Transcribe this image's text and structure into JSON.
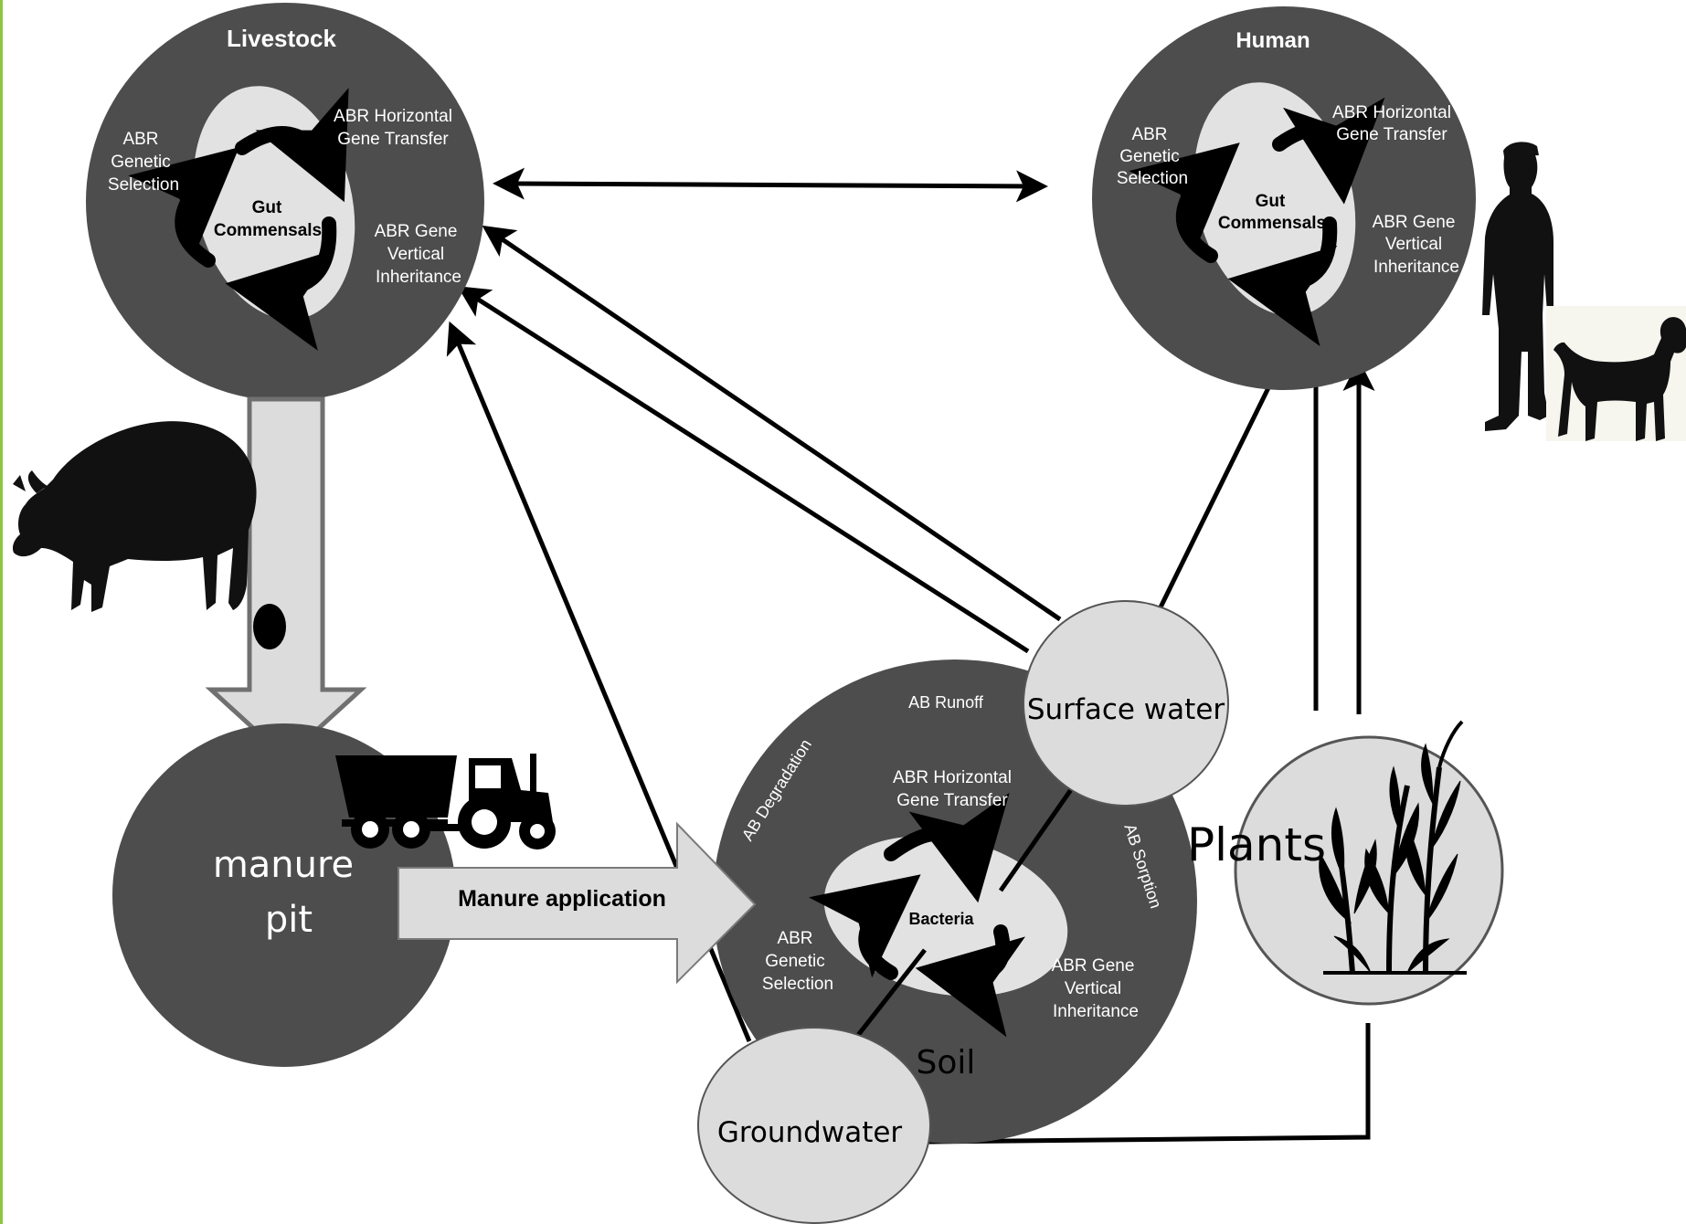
{
  "livestock": {
    "title": "Livestock",
    "center_line1": "Gut",
    "center_line2": "Commensals",
    "selection": [
      "ABR",
      "Genetic",
      "Selection"
    ],
    "horizontal": [
      "ABR Horizontal",
      "Gene Transfer"
    ],
    "vertical": [
      "ABR Gene",
      "Vertical",
      "Inheritance"
    ]
  },
  "human": {
    "title": "Human",
    "center_line1": "Gut",
    "center_line2": "Commensals",
    "selection": [
      "ABR",
      "Genetic",
      "Selection"
    ],
    "horizontal": [
      "ABR Horizontal",
      "Gene Transfer"
    ],
    "vertical": [
      "ABR Gene",
      "Vertical",
      "Inheritance"
    ]
  },
  "manure_pit": {
    "line1": "manure",
    "line2": "pit"
  },
  "manure_application": "Manure application",
  "soil": {
    "label": "Soil",
    "center": "Bacteria",
    "runoff": "AB Runoff",
    "degradation": "AB Degradation",
    "sorption": "AB Sorption",
    "horizontal": [
      "ABR Horizontal",
      "Gene Transfer"
    ],
    "selection": [
      "ABR",
      "Genetic",
      "Selection"
    ],
    "vertical": [
      "ABR Gene",
      "Vertical",
      "Inheritance"
    ]
  },
  "surface_water": "Surface water",
  "groundwater": "Groundwater",
  "plants": "Plants",
  "colors": {
    "dark_circle": "#4d4d4d",
    "light_fill": "#dcdcdc",
    "ellipse": "#e2e2e2",
    "arrow": "#000000",
    "accent_line": "#8cc63f"
  },
  "icons": [
    "pig-icon",
    "tractor-icon",
    "person-icon",
    "dog-icon",
    "crop-plants-icon"
  ]
}
